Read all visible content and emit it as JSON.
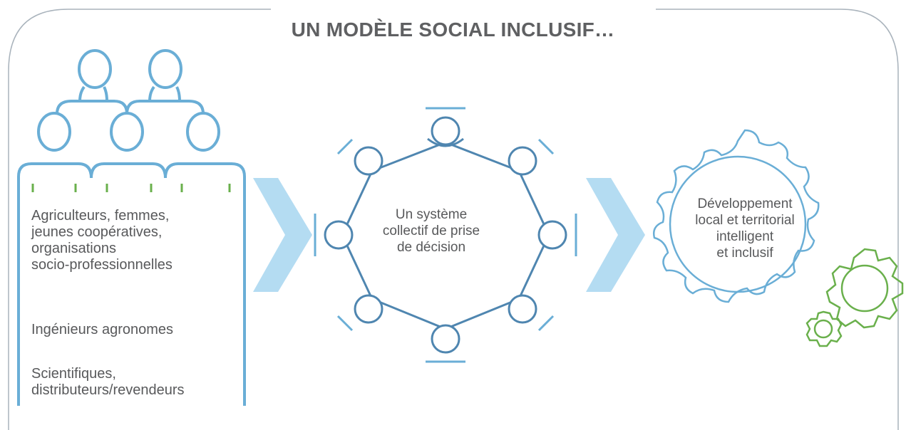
{
  "title": "UN MODÈLE SOCIAL INCLUSIF…",
  "groups": {
    "group1": "Agriculteurs, femmes,\njeunes coopératives,\norganisations\nsocio-professionnelles",
    "group2": "Ingénieurs agronomes",
    "group3": "Scientifiques,\ndistributeurs/revendeurs"
  },
  "center_label": "Un système\ncollectif de prise\nde décision",
  "right_label": "Développement\nlocal et territorial\nintelligent\net inclusif",
  "colors": {
    "blue": "#6aaed6",
    "dark_blue": "#4f86b0",
    "light_blue": "#b4dcf2",
    "green": "#6ab04c",
    "frame": "#a9b3bc",
    "text": "#58595b"
  }
}
